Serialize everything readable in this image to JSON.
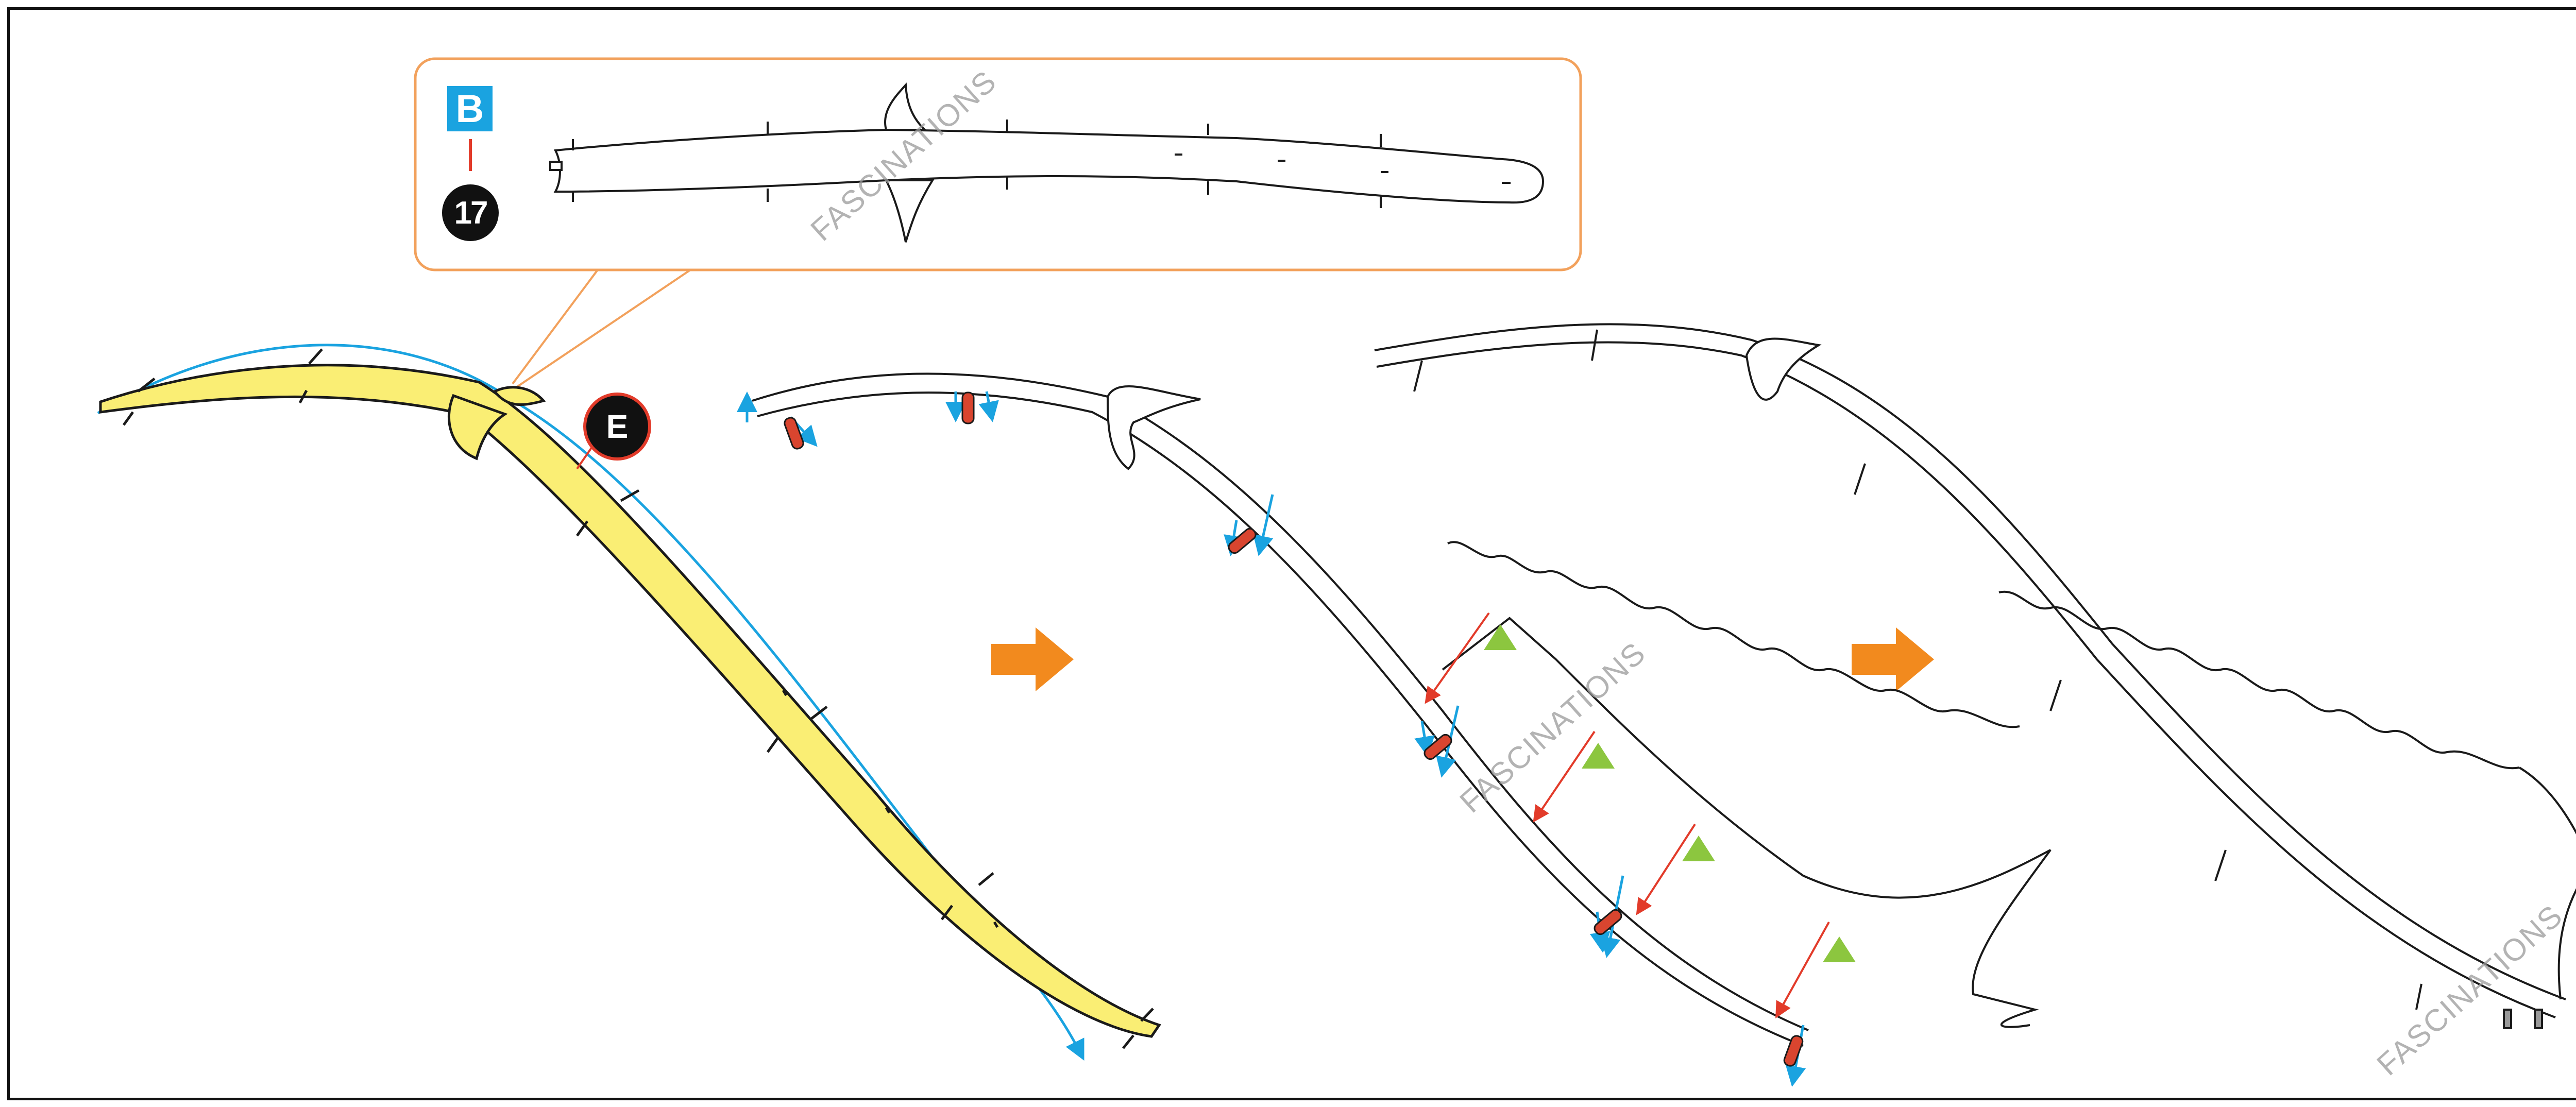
{
  "callout": {
    "part_label": "B",
    "step_number": "17",
    "detail_marker": "E"
  },
  "watermarks": [
    "FASCINATIONS",
    "FASCINATIONS",
    "FASCINATIONS"
  ],
  "colors": {
    "outline": "#1a1a1a",
    "highlight_fill": "#faee74",
    "callout_border": "#f2a15c",
    "flex_arrow": "#1aa3e0",
    "connector_line": "#e23b2a",
    "tab_red": "#d9452f",
    "triangle_green": "#8cc63f",
    "step_arrow": "#f28a1e"
  },
  "icons": [
    "bend-arrow-icon",
    "fold-arrow-icon",
    "connect-line-icon",
    "align-triangle-icon",
    "step-arrow-icon"
  ]
}
